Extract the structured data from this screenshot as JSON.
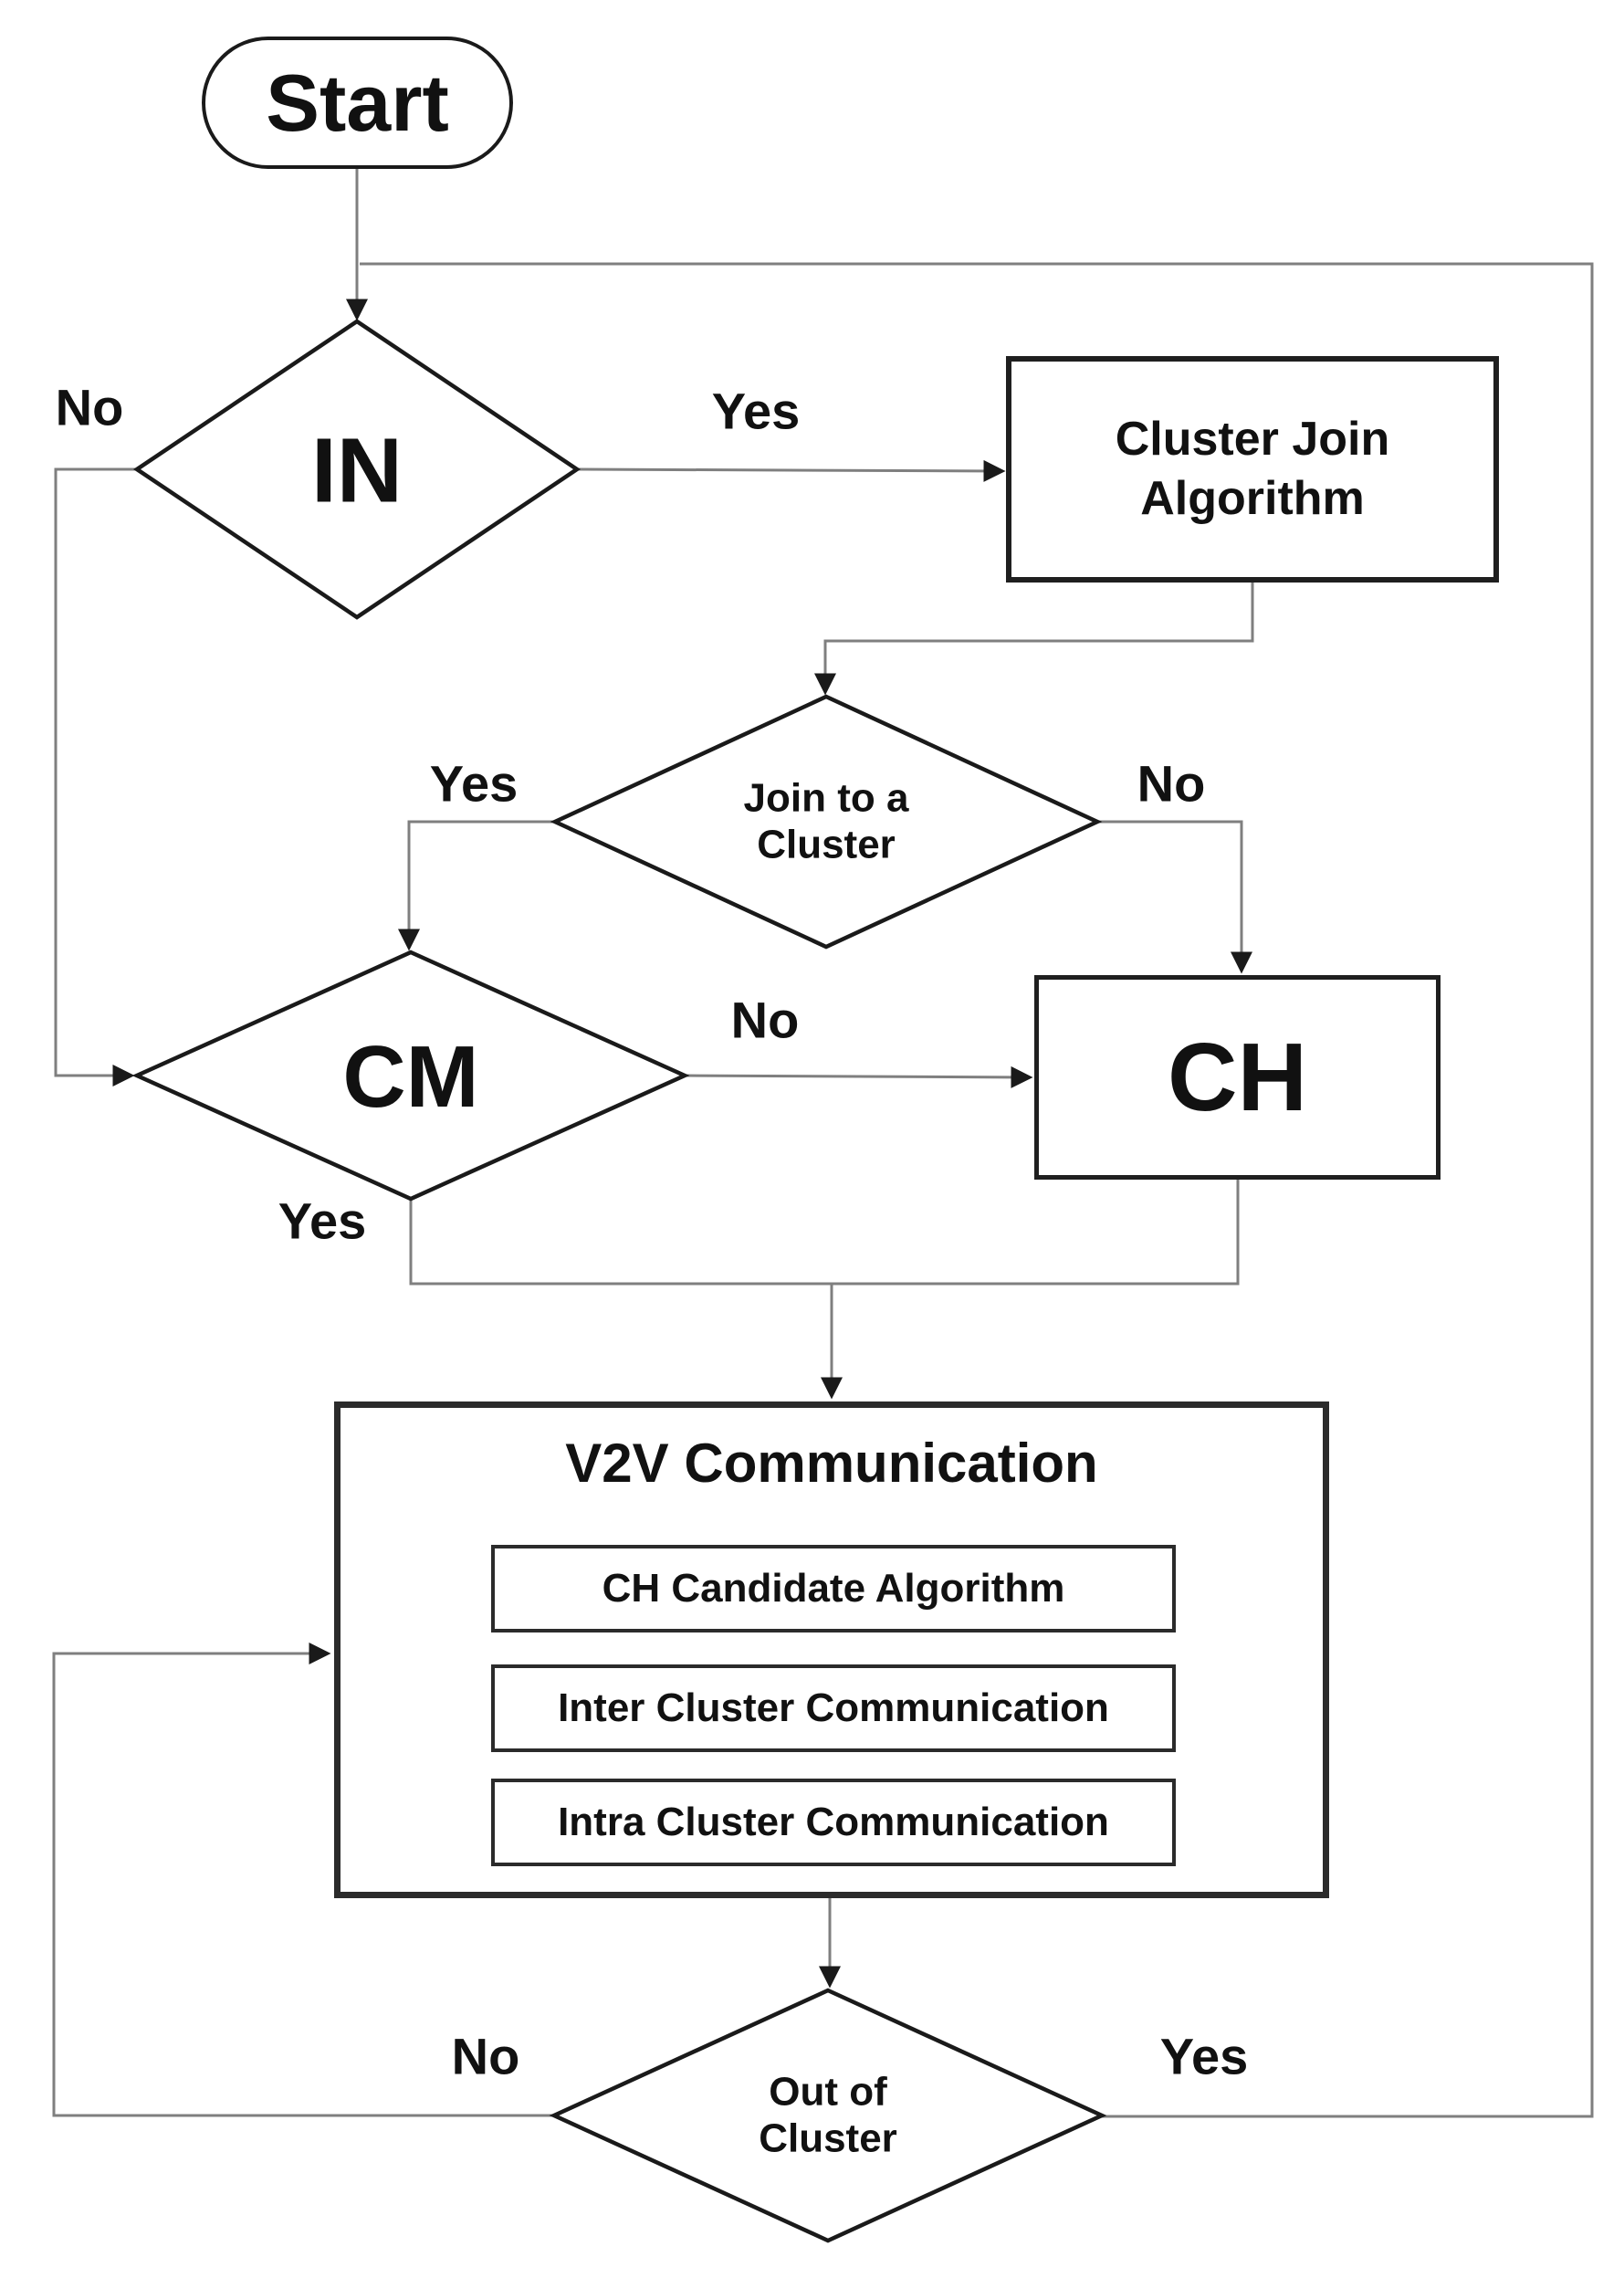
{
  "diagram": {
    "background": "#ffffff",
    "colors": {
      "shape_border": "#1a1a1a",
      "connector": "#7f7f7f",
      "text": "#111111"
    },
    "nodes": {
      "start": {
        "type": "terminator",
        "label": "Start"
      },
      "in_decision": {
        "type": "decision",
        "label": "IN"
      },
      "cluster_join": {
        "type": "process",
        "label": "Cluster Join Algorithm"
      },
      "join_to_cluster": {
        "type": "decision",
        "label": "Join to a Cluster"
      },
      "cm_decision": {
        "type": "decision",
        "label": "CM"
      },
      "ch_box": {
        "type": "process",
        "label": "CH"
      },
      "v2v": {
        "type": "container",
        "title": "V2V Communication",
        "sub_steps": [
          "CH Candidate Algorithm",
          "Inter Cluster Communication",
          "Intra Cluster Communication"
        ]
      },
      "out_of_cluster": {
        "type": "decision",
        "label": "Out of Cluster"
      }
    },
    "edges": [
      {
        "from": "start",
        "to": "in_decision",
        "label": ""
      },
      {
        "from": "in_decision",
        "to": "cluster_join",
        "label": "Yes"
      },
      {
        "from": "in_decision",
        "to": "cm_decision",
        "label": "No"
      },
      {
        "from": "cluster_join",
        "to": "join_to_cluster",
        "label": ""
      },
      {
        "from": "join_to_cluster",
        "to": "cm_decision",
        "label": "Yes"
      },
      {
        "from": "join_to_cluster",
        "to": "ch_box",
        "label": "No"
      },
      {
        "from": "cm_decision",
        "to": "ch_box",
        "label": "No"
      },
      {
        "from": "cm_decision",
        "to": "v2v",
        "label": "Yes"
      },
      {
        "from": "ch_box",
        "to": "v2v",
        "label": ""
      },
      {
        "from": "v2v",
        "to": "out_of_cluster",
        "label": ""
      },
      {
        "from": "out_of_cluster",
        "to": "v2v",
        "label": "No"
      },
      {
        "from": "out_of_cluster",
        "to": "in_decision",
        "label": "Yes"
      }
    ]
  }
}
